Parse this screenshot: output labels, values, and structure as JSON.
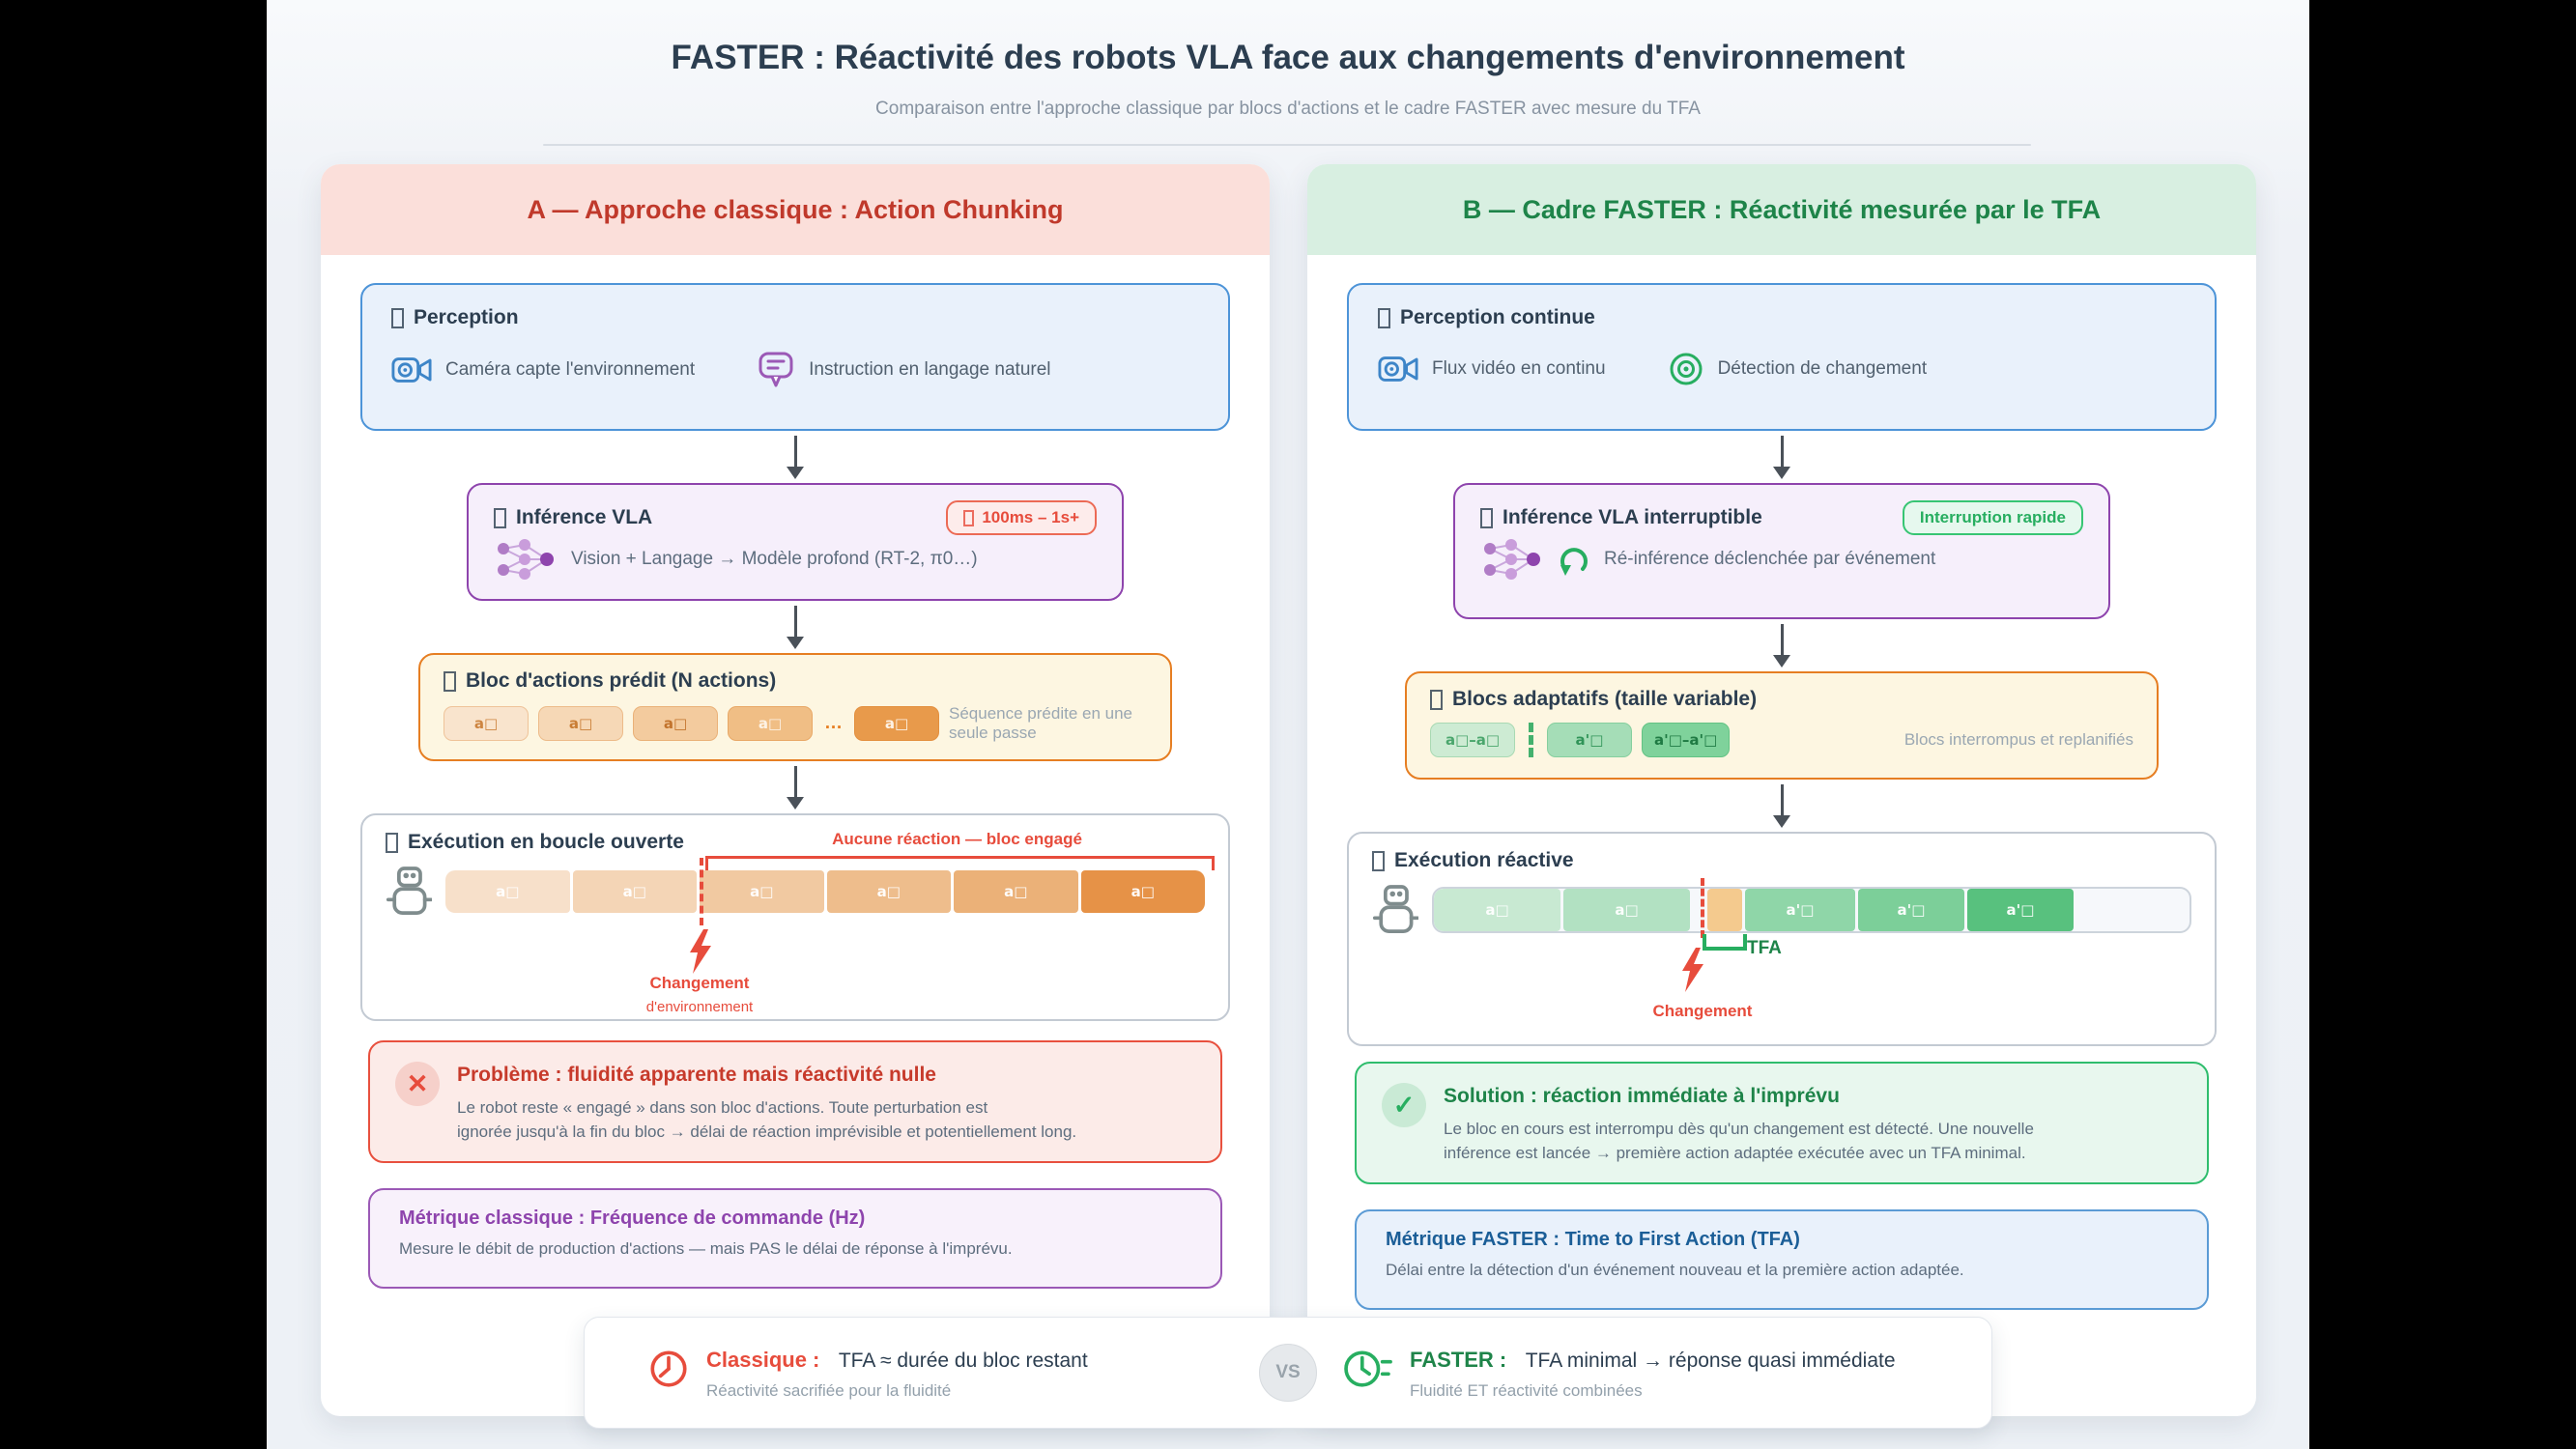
{
  "title": "FASTER : Réactivité des robots VLA face aux changements d'environnement",
  "subtitle": "Comparaison entre l'approche classique par blocs d'actions et le cadre FASTER avec mesure du TFA",
  "panel_a": {
    "header": "A — Approche classique : Action Chunking",
    "perception": {
      "title": "Perception",
      "camera_label": "Caméra capte l'environnement",
      "instruction_label": "Instruction en langage naturel"
    },
    "inference": {
      "title": "Inférence VLA",
      "badge": "100ms – 1s+",
      "body": "Vision + Langage → Modèle profond (RT-2, π0…)"
    },
    "block": {
      "title": "Bloc d'actions prédit (N actions)",
      "chips": [
        "a□",
        "a□",
        "a□",
        "a□",
        "a□"
      ],
      "ellipsis": "…",
      "caption": "Séquence prédite en une seule passe"
    },
    "execution": {
      "title": "Exécution en boucle ouverte",
      "no_reaction_label": "Aucune réaction — bloc engagé",
      "segments": [
        "a□",
        "a□",
        "a□",
        "a□",
        "a□",
        "a□"
      ],
      "change_label": "Changement",
      "change_sublabel": "d'environnement"
    },
    "problem": {
      "icon": "✕",
      "title": "Problème : fluidité apparente mais réactivité nulle",
      "body1": "Le robot reste « engagé » dans son bloc d'actions. Toute perturbation est",
      "body2": "ignorée jusqu'à la fin du bloc → délai de réaction imprévisible et potentiellement long."
    },
    "metric": {
      "title": "Métrique classique : Fréquence de commande (Hz)",
      "body": "Mesure le débit de production d'actions — mais PAS le délai de réponse à l'imprévu."
    }
  },
  "panel_b": {
    "header": "B — Cadre FASTER : Réactivité mesurée par le TFA",
    "perception": {
      "title": "Perception continue",
      "camera_label": "Flux vidéo en continu",
      "detection_label": "Détection de changement"
    },
    "inference": {
      "title": "Inférence VLA interruptible",
      "badge": "Interruption rapide",
      "body": "Ré-inférence déclenchée par événement"
    },
    "block": {
      "title": "Blocs adaptatifs (taille variable)",
      "chips": [
        "a□–a□",
        "a'□",
        "a'□–a'□"
      ],
      "caption": "Blocs interrompus et replanifiés"
    },
    "execution": {
      "title": "Exécution réactive",
      "segments": [
        "a□",
        "a□",
        "a'□",
        "a'□",
        "a'□"
      ],
      "tfa_label": "TFA",
      "change_label": "Changement"
    },
    "solution": {
      "icon": "✓",
      "title": "Solution : réaction immédiate à l'imprévu",
      "body1": "Le bloc en cours est interrompu dès qu'un changement est détecté. Une nouvelle",
      "body2": "inférence est lancée → première action adaptée exécutée avec un TFA minimal."
    },
    "metric": {
      "title": "Métrique FASTER : Time to First Action (TFA)",
      "body": "Délai entre la détection d'un événement nouveau et la première action adaptée."
    }
  },
  "footer": {
    "classic_label": "Classique :",
    "classic_value": "TFA ≈ durée du bloc restant",
    "classic_sub": "Réactivité sacrifiée pour la fluidité",
    "vs": "VS",
    "faster_label": "FASTER :",
    "faster_value": "TFA minimal → réponse quasi immédiate",
    "faster_sub": "Fluidité ET réactivité combinées"
  },
  "colors": {
    "background": "#edf1f6",
    "letterbox": "#000000",
    "dark_text": "#2c3e50",
    "gray_text": "#5d6d7e",
    "red_accent": "#e74c3c",
    "red_dark": "#c0392b",
    "green_accent": "#27ae60",
    "green_dark": "#1e8449",
    "blue_accent": "#4d94d8",
    "purple_accent": "#8e44ad",
    "orange_accent": "#e67e22"
  }
}
